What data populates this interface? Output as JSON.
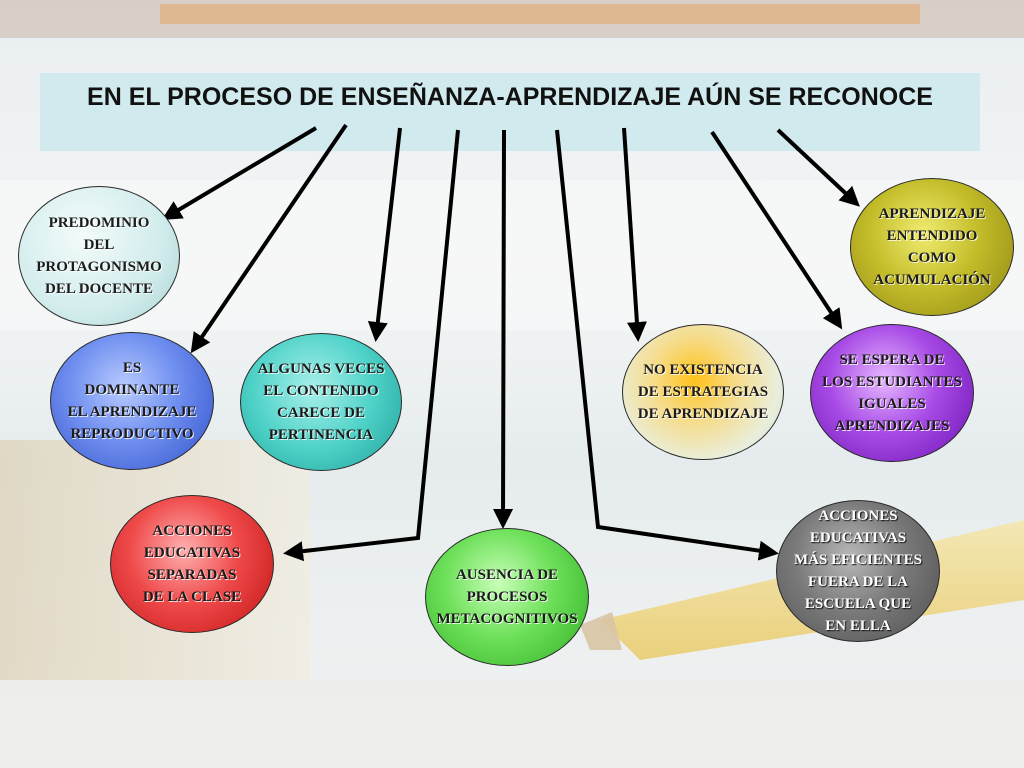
{
  "title": "EN EL PROCESO DE ENSEÑANZA-APRENDIZAJE AÚN SE RECONOCE",
  "nodes": [
    {
      "id": "predominio",
      "label": "PREDOMINIO\nDEL\nPROTAGONISMO\nDEL DOCENTE",
      "color": "#d2ecec"
    },
    {
      "id": "es-dominante",
      "label": "ES\nDOMINANTE\nEL APRENDIZAJE\nREPRODUCTIVO",
      "color": "#4b6fe0"
    },
    {
      "id": "algunas-veces",
      "label": "ALGUNAS VECES\nEL CONTENIDO\nCARECE DE\nPERTINENCIA",
      "color": "#3cc7c0"
    },
    {
      "id": "acciones-separadas",
      "label": "ACCIONES\nEDUCATIVAS\nSEPARADAS\nDE LA CLASE",
      "color": "#e02020"
    },
    {
      "id": "ausencia",
      "label": "AUSENCIA DE\nPROCESOS\nMETACOGNITIVOS",
      "color": "#4fd43f"
    },
    {
      "id": "no-existencia",
      "label": "NO EXISTENCIA\nDE ESTRATEGIAS\nDE APRENDIZAJE",
      "color": "#eed27a"
    },
    {
      "id": "se-espera",
      "label": "SE ESPERA DE\nLOS ESTUDIANTES\nIGUALES\nAPRENDIZAJES",
      "color": "#8b1fd0"
    },
    {
      "id": "aprendizaje-acumulacion",
      "label": "APRENDIZAJE\nENTENDIDO\nCOMO\nACUMULACIÓN",
      "color": "#a9a31e"
    },
    {
      "id": "acciones-eficientes",
      "label": "ACCIONES\nEDUCATIVAS\nMÁS EFICIENTES\nFUERA DE LA\nESCUELA QUE\nEN ELLA",
      "color": "#6e6e6e"
    }
  ]
}
